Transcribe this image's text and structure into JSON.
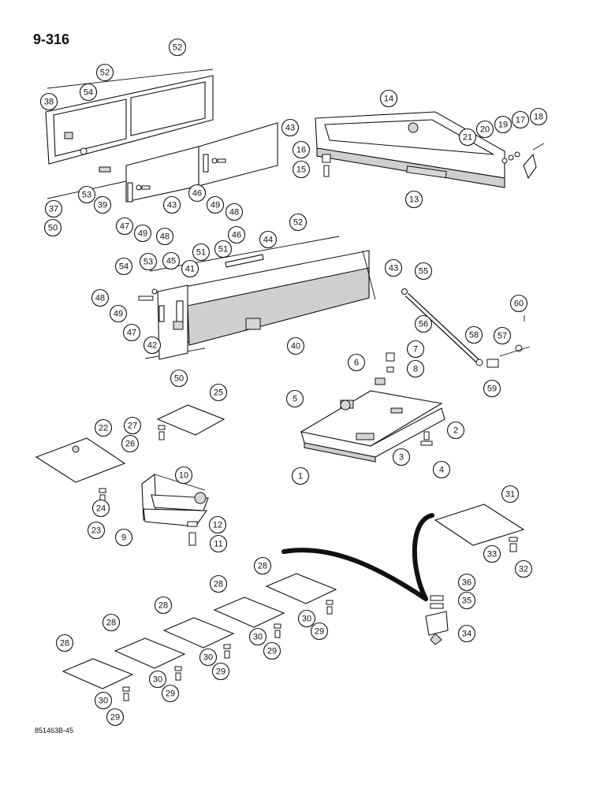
{
  "header": {
    "page_code": "9-316"
  },
  "footer": {
    "drawing_code": "851463B-45"
  },
  "callouts": [
    "52",
    "52",
    "54",
    "38",
    "43",
    "53",
    "37",
    "39",
    "50",
    "43",
    "47",
    "49",
    "48",
    "46",
    "49",
    "48",
    "14",
    "16",
    "15",
    "21",
    "20",
    "19",
    "17",
    "18",
    "13",
    "52",
    "54",
    "53",
    "45",
    "51",
    "51",
    "46",
    "44",
    "43",
    "41",
    "48",
    "49",
    "47",
    "42",
    "40",
    "50",
    "55",
    "60",
    "56",
    "58",
    "57",
    "59",
    "6",
    "7",
    "8",
    "5",
    "2",
    "3",
    "4",
    "1",
    "25",
    "27",
    "26",
    "22",
    "24",
    "23",
    "10",
    "9",
    "12",
    "11",
    "31",
    "33",
    "32",
    "36",
    "35",
    "34",
    "28",
    "30",
    "29",
    "28",
    "30",
    "29",
    "28",
    "30",
    "29",
    "28",
    "30",
    "29",
    "28",
    "30",
    "29"
  ]
}
